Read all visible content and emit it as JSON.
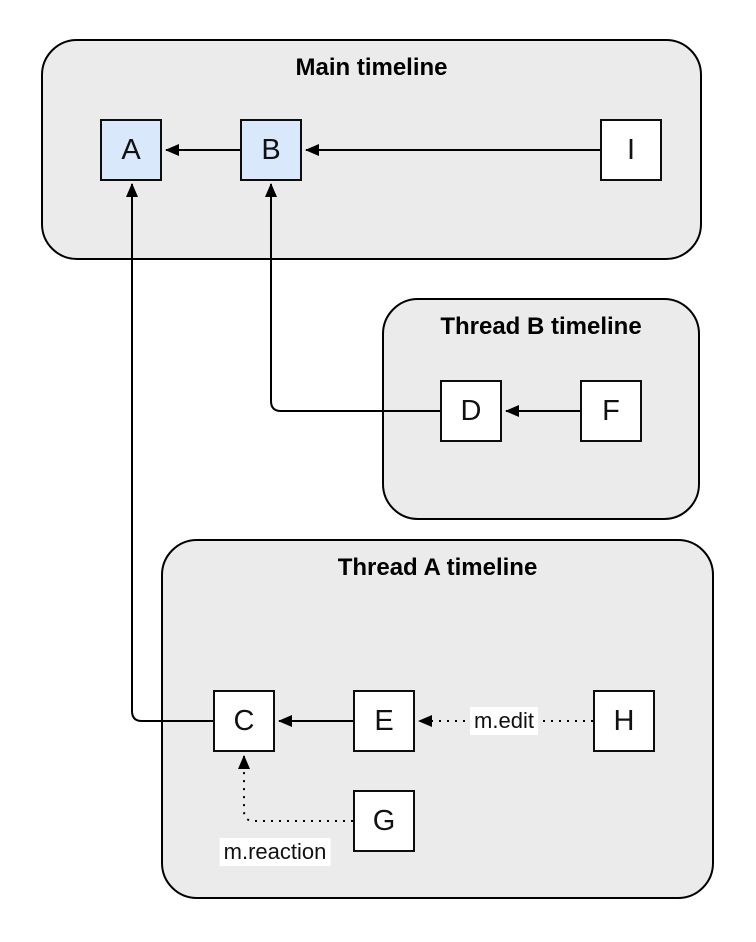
{
  "diagram": {
    "type": "event-graph",
    "colors": {
      "background": "#ffffff",
      "container_fill": "#ebebeb",
      "container_stroke": "#000000",
      "node_fill": "#ffffff",
      "node_highlight_fill": "#dae8fc",
      "node_stroke": "#0d0d0d",
      "edge_color": "#000000",
      "edge_label_bg": "#ffffff"
    },
    "containers": {
      "main": {
        "title": "Main timeline"
      },
      "thread_b": {
        "title": "Thread B timeline"
      },
      "thread_a": {
        "title": "Thread A timeline"
      }
    },
    "nodes": {
      "A": {
        "label": "A",
        "container": "main",
        "highlighted": true
      },
      "B": {
        "label": "B",
        "container": "main",
        "highlighted": true
      },
      "I": {
        "label": "I",
        "container": "main",
        "highlighted": false
      },
      "D": {
        "label": "D",
        "container": "thread_b",
        "highlighted": false
      },
      "F": {
        "label": "F",
        "container": "thread_b",
        "highlighted": false
      },
      "C": {
        "label": "C",
        "container": "thread_a",
        "highlighted": false
      },
      "E": {
        "label": "E",
        "container": "thread_a",
        "highlighted": false
      },
      "H": {
        "label": "H",
        "container": "thread_a",
        "highlighted": false
      },
      "G": {
        "label": "G",
        "container": "thread_a",
        "highlighted": false
      }
    },
    "edges": [
      {
        "from": "B",
        "to": "A",
        "style": "solid",
        "route": "straight",
        "label": ""
      },
      {
        "from": "I",
        "to": "B",
        "style": "solid",
        "route": "straight",
        "label": ""
      },
      {
        "from": "F",
        "to": "D",
        "style": "solid",
        "route": "straight",
        "label": ""
      },
      {
        "from": "E",
        "to": "C",
        "style": "solid",
        "route": "straight",
        "label": ""
      },
      {
        "from": "D",
        "to": "B",
        "style": "solid",
        "route": "elbow",
        "label": ""
      },
      {
        "from": "C",
        "to": "A",
        "style": "solid",
        "route": "elbow",
        "label": ""
      },
      {
        "from": "H",
        "to": "E",
        "style": "dotted",
        "route": "straight",
        "label": "m.edit"
      },
      {
        "from": "G",
        "to": "C",
        "style": "dotted",
        "route": "elbow",
        "label": "m.reaction"
      }
    ]
  }
}
